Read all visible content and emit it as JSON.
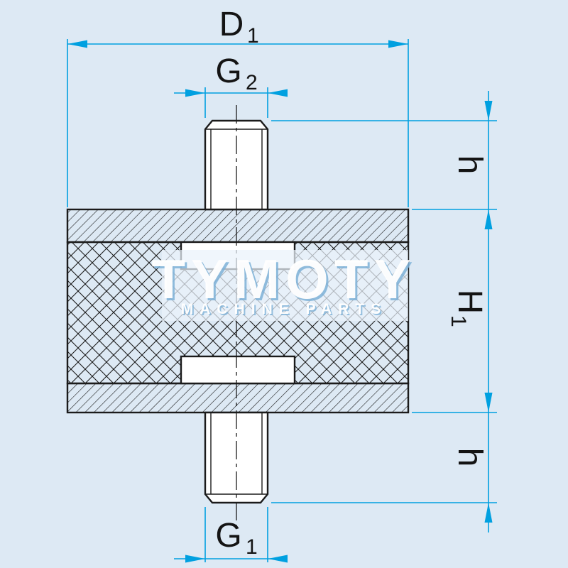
{
  "watermark": {
    "title": "TYMOTY",
    "subtitle": "MACHINE PARTS"
  },
  "dimensions": {
    "d1": {
      "base": "D",
      "sub": "1"
    },
    "g2": {
      "base": "G",
      "sub": "2"
    },
    "h_top": "h",
    "h1": {
      "base": "H",
      "sub": "1"
    },
    "h_bottom": "h",
    "g1": {
      "base": "G",
      "sub": "1"
    }
  },
  "colors": {
    "background": "#dde9f4",
    "dimension_line": "#00a0e0",
    "drawing_line": "#1b1b1b",
    "watermark_text": "#ffffff",
    "watermark_shadow": "#7fb2d8"
  }
}
